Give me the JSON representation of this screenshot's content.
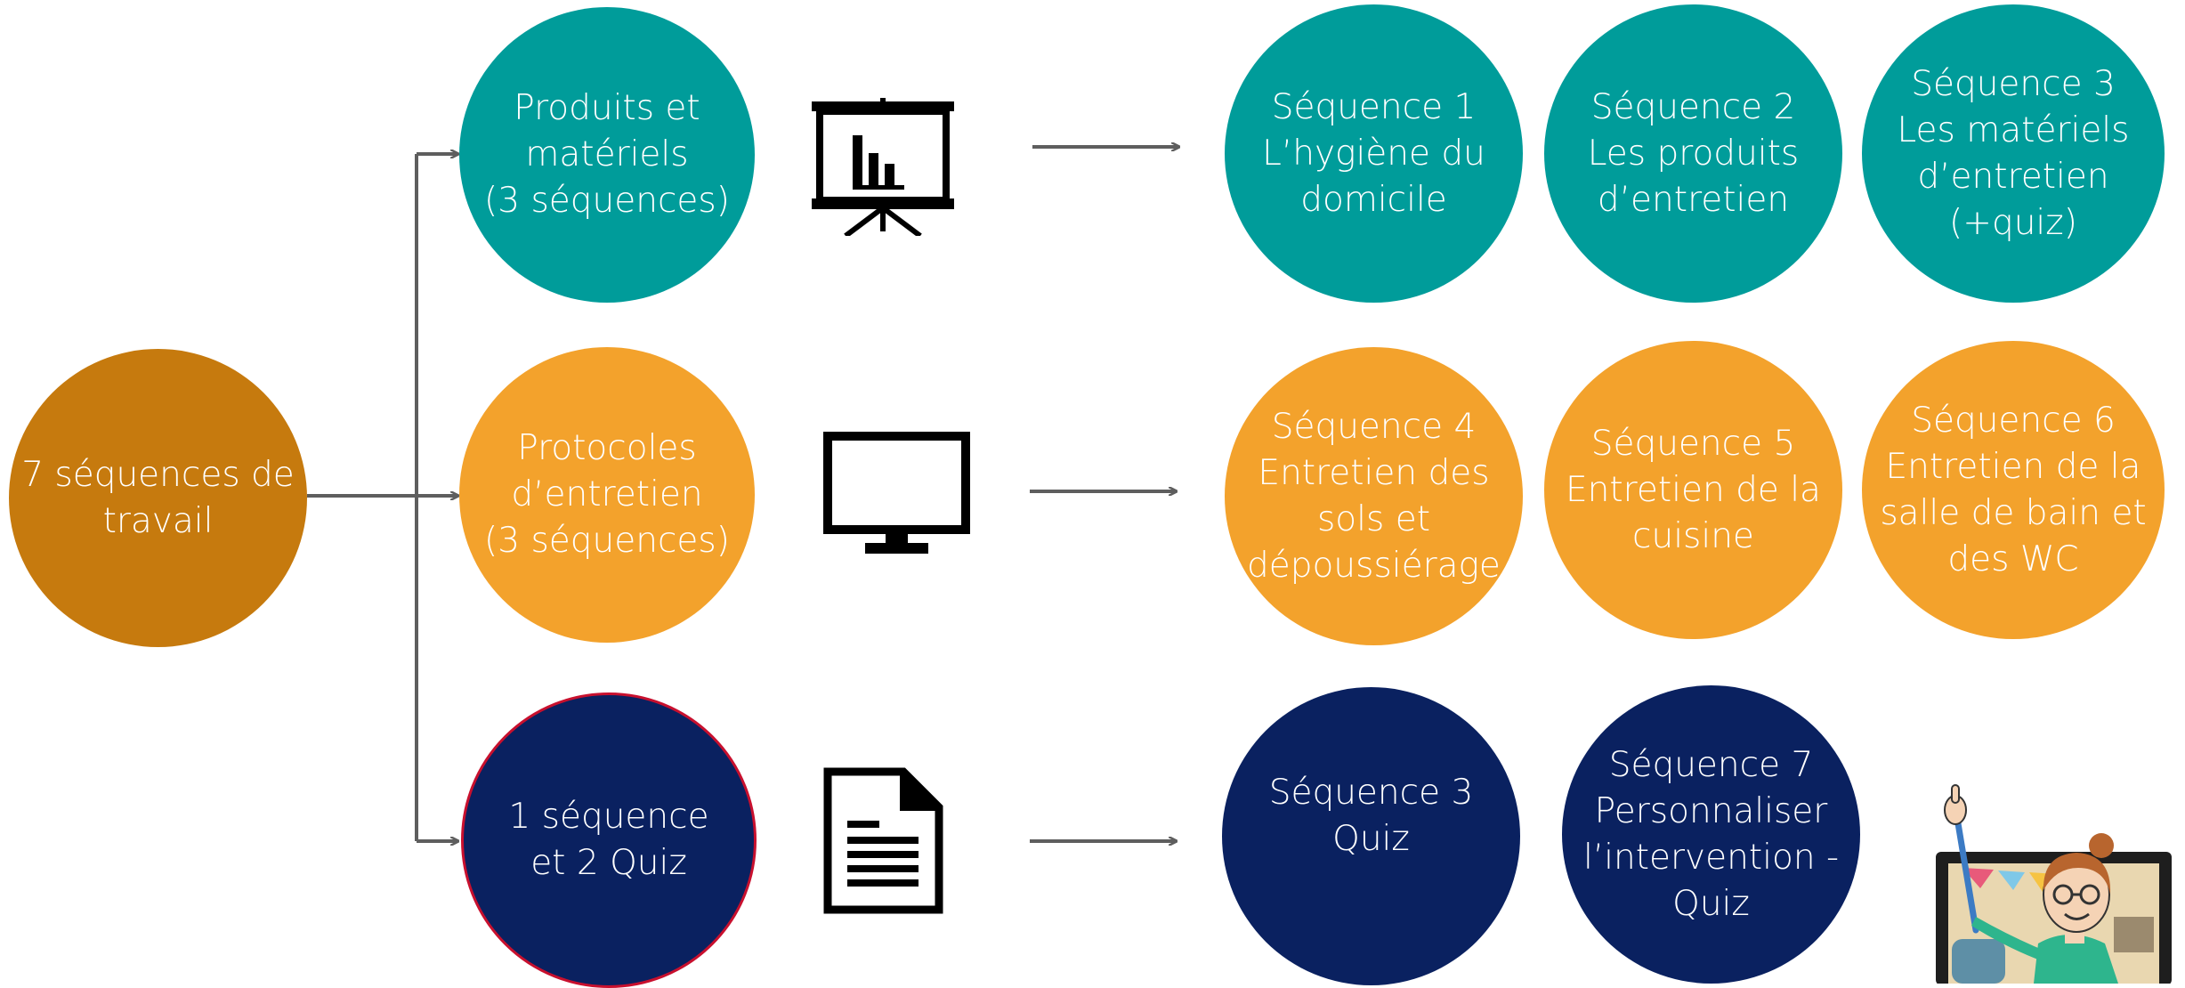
{
  "colors": {
    "root": "#C67A0E",
    "teal": "#009C9A",
    "orange": "#F3A22C",
    "navy": "#0A2160",
    "navy_border": "#C8102E",
    "connector": "#5E5E5E",
    "icon": "#000000"
  },
  "root": {
    "text": "7 séquences de\ntravail"
  },
  "categories": [
    {
      "text": "Produits et\nmatériels\n(3 séquences)",
      "icon": "presentation-chart-icon"
    },
    {
      "text": "Protocoles\nd’entretien\n(3 séquences)",
      "icon": "monitor-icon"
    },
    {
      "text": "1 séquence\net 2 Quiz",
      "icon": "document-icon"
    }
  ],
  "sequences": {
    "row1": [
      {
        "text": "Séquence 1\nL’hygiène du\ndomicile"
      },
      {
        "text": "Séquence 2\nLes produits\nd’entretien"
      },
      {
        "text": "Séquence 3\nLes matériels\nd’entretien\n(+quiz)"
      }
    ],
    "row2": [
      {
        "text": "Séquence 4\nEntretien des\nsols et\ndépoussiérage"
      },
      {
        "text": "Séquence 5\nEntretien de la\ncuisine"
      },
      {
        "text": "Séquence 6\nEntretien de la\nsalle de bain et\ndes WC"
      }
    ],
    "row3": [
      {
        "text": "Séquence 3\nQuiz"
      },
      {
        "text": "Séquence 7\nPersonnaliser\nl’intervention -\nQuiz"
      }
    ]
  },
  "illustration": {
    "icon": "teacher-avatar-icon"
  }
}
